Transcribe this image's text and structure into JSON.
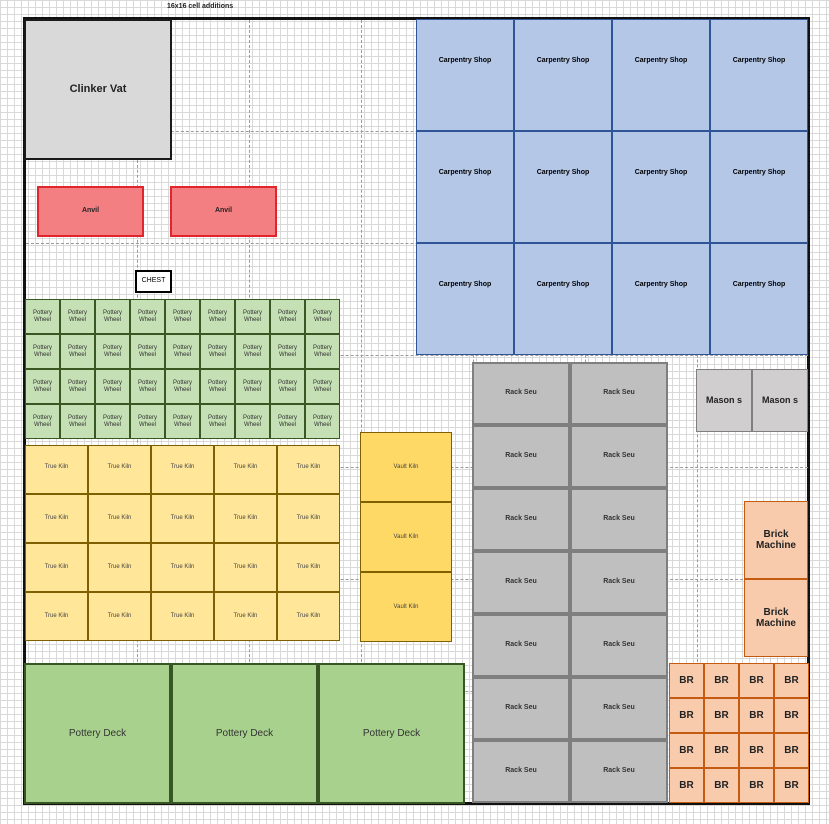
{
  "caption": "16x16 cell additions",
  "clinker_vat": "Clinker Vat",
  "anvils": [
    "Anvil",
    "Anvil"
  ],
  "chest": "CHEST",
  "carpentry_shop": "Carpentry Shop",
  "pottery_wheel": "Pottery Wheel",
  "true_kiln": "True Kiln",
  "vault_kiln": "Vault Kiln",
  "rack_seu": "Rack Seu",
  "masons": [
    "Mason s",
    "Mason s"
  ],
  "brick_machines": [
    "Brick Machine",
    "Brick Machine"
  ],
  "br": "BR",
  "pottery_deck": "Pottery Deck",
  "colors": {
    "carpentry": "#b4c7e7",
    "pottery_wheel": "#c5e0b4",
    "true_kiln": "#ffe699",
    "vault_kiln": "#ffd966",
    "rack": "#bfbfbf",
    "brick": "#f8cbad",
    "pottery_deck": "#a9d18e",
    "anvil": "#f47f82",
    "clinker_vat": "#d9d9d9"
  }
}
